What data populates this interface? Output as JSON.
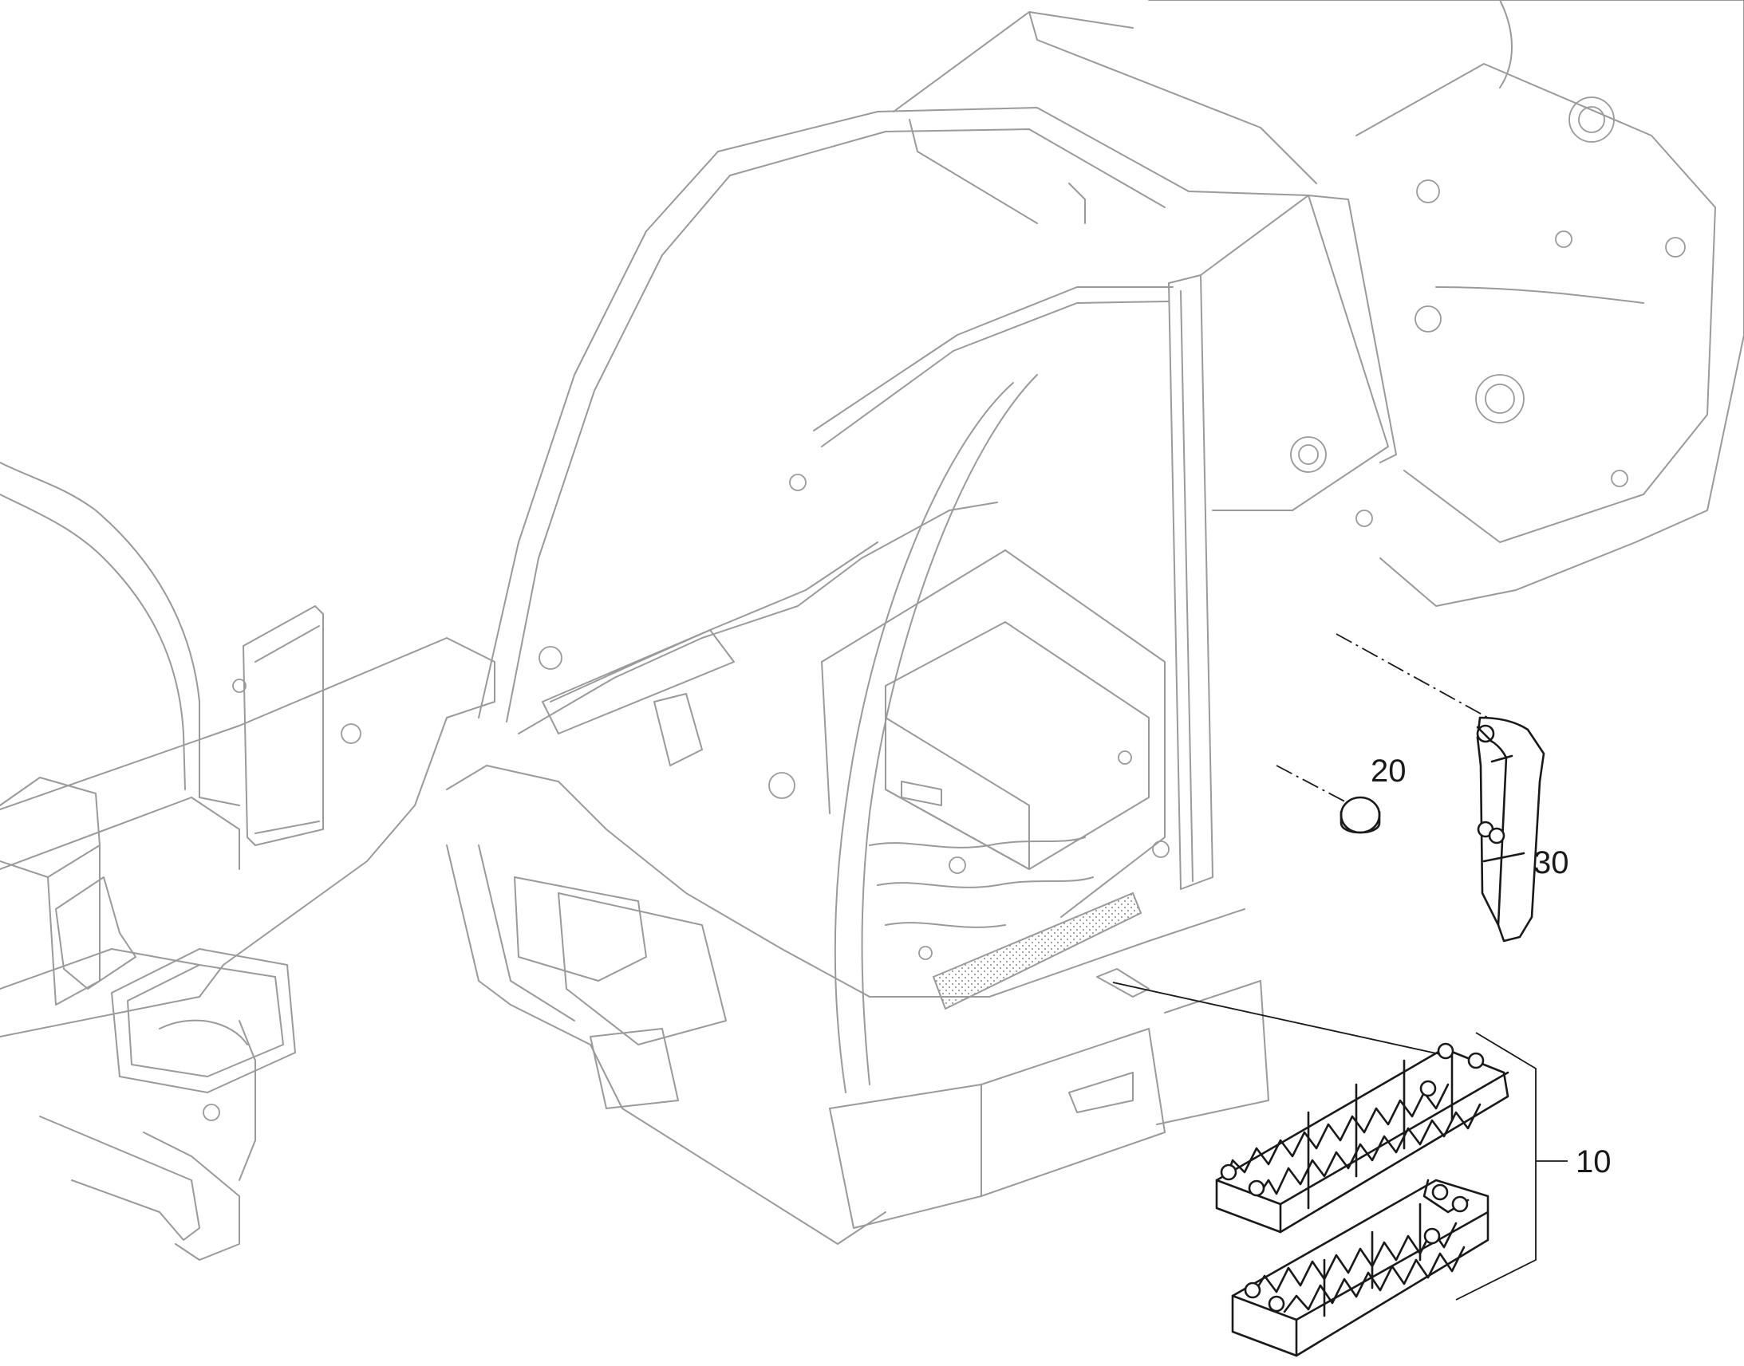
{
  "diagram": {
    "callouts": [
      {
        "id": "step-assembly",
        "label": "10"
      },
      {
        "id": "plug-cap",
        "label": "20"
      },
      {
        "id": "handrail",
        "label": "30"
      }
    ]
  },
  "colors": {
    "background": "#ffffff",
    "ghost_line": "#9a9a9a",
    "part_line": "#1a1a1a"
  }
}
